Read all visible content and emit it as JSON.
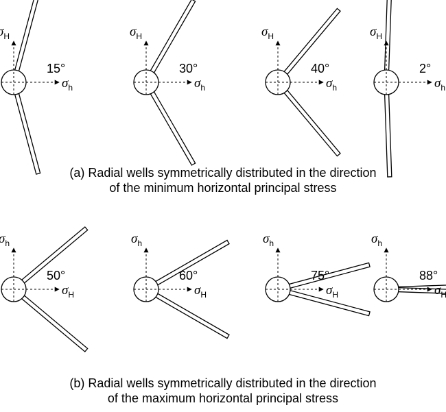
{
  "rows": [
    {
      "vertical": {
        "symbol": "σ",
        "sub": "H"
      },
      "horizontal": {
        "symbol": "σ",
        "sub": "h"
      },
      "panels": [
        {
          "angle_label": "15°",
          "angle_deg": 15
        },
        {
          "angle_label": "30°",
          "angle_deg": 30
        },
        {
          "angle_label": "40°",
          "angle_deg": 40
        },
        {
          "angle_label": "2°",
          "angle_deg": 2
        }
      ],
      "caption": {
        "line1": "(a) Radial wells symmetrically distributed in the direction",
        "line2": "of the minimum horizontal principal stress"
      }
    },
    {
      "vertical": {
        "symbol": "σ",
        "sub": "h"
      },
      "horizontal": {
        "symbol": "σ",
        "sub": "H"
      },
      "panels": [
        {
          "angle_label": "50°",
          "angle_deg": 50
        },
        {
          "angle_label": "60°",
          "angle_deg": 60
        },
        {
          "angle_label": "75°",
          "angle_deg": 75
        },
        {
          "angle_label": "88°",
          "angle_deg": 88
        }
      ],
      "caption": {
        "line1": "(b) Radial wells symmetrically distributed in the direction",
        "line2": "of the maximum horizontal principal stress"
      }
    }
  ]
}
